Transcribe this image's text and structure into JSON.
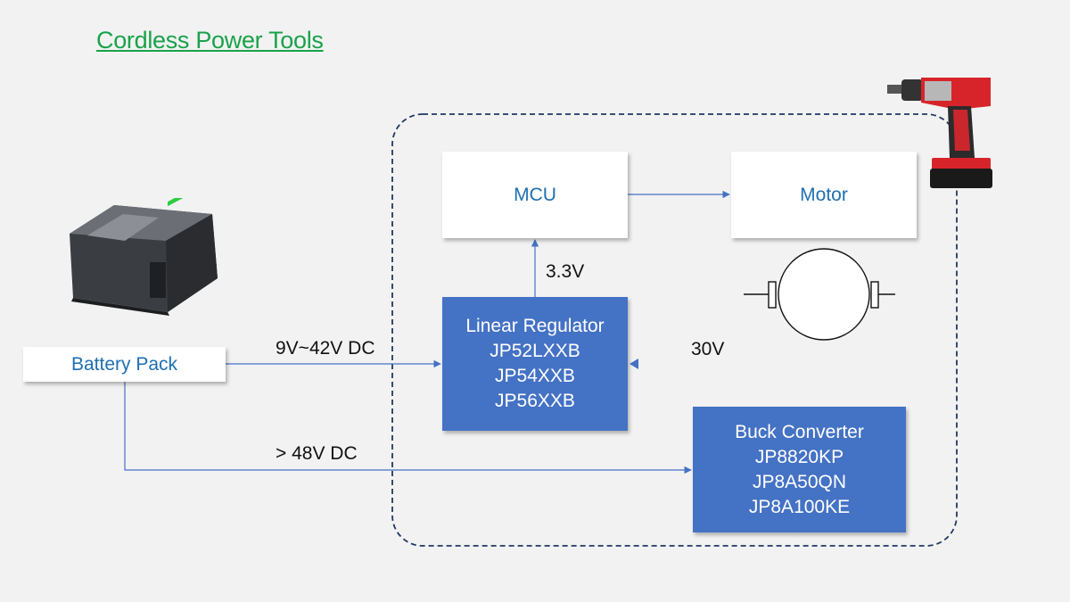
{
  "title": "Cordless Power Tools",
  "blocks": {
    "battery_pack": "Battery Pack",
    "mcu": "MCU",
    "motor": "Motor",
    "linear_regulator": {
      "name": "Linear Regulator",
      "parts": [
        "JP52LXXB",
        "JP54XXB",
        "JP56XXB"
      ]
    },
    "buck_converter": {
      "name": "Buck Converter",
      "parts": [
        "JP8820KP",
        "JP8A50QN",
        "JP8A100KE"
      ]
    }
  },
  "labels": {
    "v33": "3.3V",
    "v9_42": "9V~42V DC",
    "v30": "30V",
    "v48": "> 48V DC"
  },
  "colors": {
    "title": "#1aa24a",
    "block_fill": "#4472c4",
    "block_text_light": "#1f6fb2",
    "arrow": "#4472c4",
    "boundary": "#1f3864"
  },
  "icons": [
    "battery-pack-photo",
    "cordless-drill-photo",
    "motor-symbol"
  ]
}
